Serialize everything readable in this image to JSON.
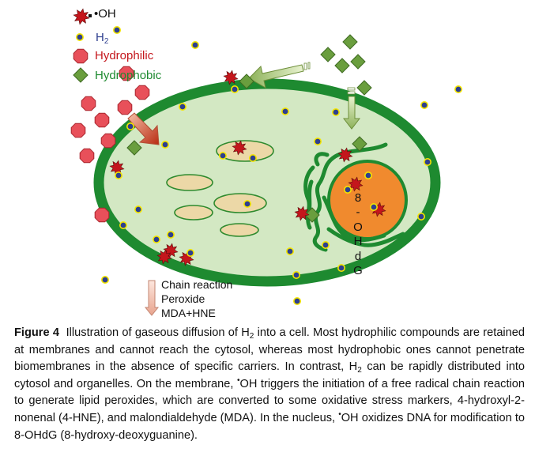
{
  "legend": {
    "oh": "•OH",
    "h2_base": "H",
    "h2_sub": "2",
    "hydrophilic": "Hydrophilic",
    "hydrophobic": "Hydrophobic"
  },
  "process": {
    "chain_reaction": "Chain reaction",
    "peroxide": "Peroxide",
    "mda_hne": "MDA+HNE"
  },
  "nucleus_label": [
    "8",
    "-",
    "O",
    "H",
    "d",
    "G"
  ],
  "caption": {
    "figure_label": "Figure 4",
    "p1": "Illustration of gaseous diffusion of H",
    "p2": " into a cell. Most hydrophilic compounds are retained at membranes and cannot reach the cytosol, whereas most hydrophobic ones cannot penetrate biomembranes in the absence of specific carriers. In contrast, H",
    "p3": " can be rapidly distributed into cytosol and organelles. On the membrane, ",
    "p4": "OH triggers the initiation of a free radical chain reaction to generate lipid peroxides, which are converted to some oxidative stress markers, 4-hydroxyl-2-nonenal (4-HNE), and malondialdehyde (MDA). In the nucleus, ",
    "p5": "OH oxidizes DNA for modification to 8-OHdG (8-hydroxy-deoxyguanine).",
    "sub2": "2",
    "dot": "•"
  },
  "colors": {
    "membrane": "#1e8a30",
    "cytosol": "#d3e8c3",
    "organelle": "#ecd8a7",
    "nucleus": "#f08a2e",
    "hydrophilic": "#e8505a",
    "hydrophobic": "#6a9e3e",
    "h2_fill": "#2e3f8f",
    "h2_ring": "#f4e600",
    "radical": "#c4161c"
  }
}
